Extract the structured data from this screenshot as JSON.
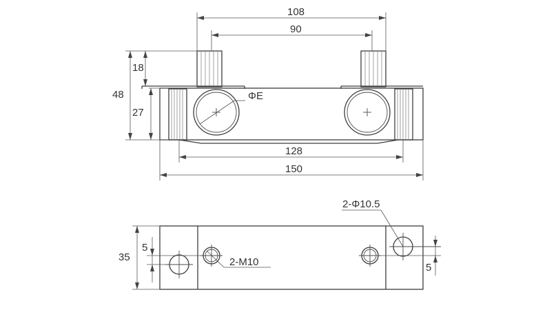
{
  "dimensions": {
    "width_top_108": "108",
    "width_inner_90": "90",
    "height_upper_18": "18",
    "height_total_48": "48",
    "height_lower_27": "27",
    "bore_label": "ΦE",
    "width_holes_128": "128",
    "width_total_150": "150",
    "through_holes": "2-Φ10.5",
    "threaded_holes": "2-M10",
    "depth_35": "35",
    "offset_left_5": "5",
    "offset_right_5": "5"
  },
  "colors": {
    "line": "#3c3c3c",
    "dimension": "#555555",
    "background": "#ffffff"
  }
}
